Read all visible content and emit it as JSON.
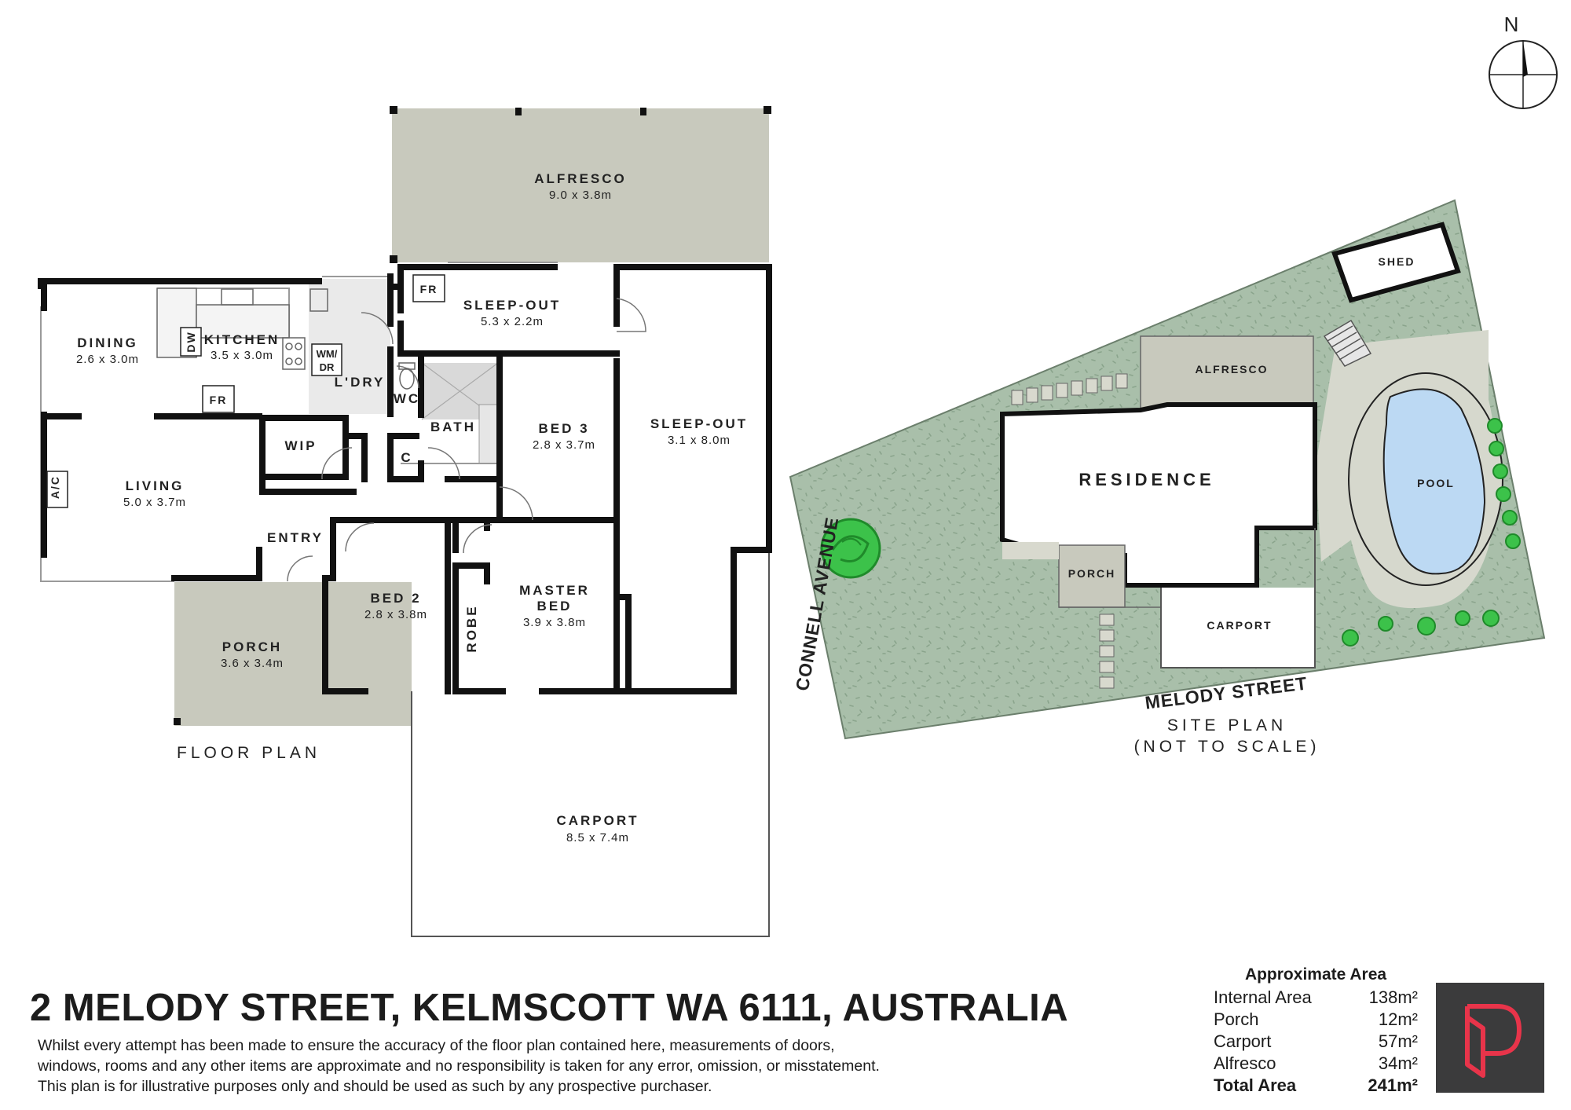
{
  "floor_plan": {
    "heading": "FLOOR PLAN",
    "rooms": {
      "alfresco": {
        "name": "ALFRESCO",
        "dim": "9.0 x 3.8m"
      },
      "dining": {
        "name": "DINING",
        "dim": "2.6 x 3.0m"
      },
      "kitchen": {
        "name": "KITCHEN",
        "dim": "3.5 x 3.0m"
      },
      "sleepout1": {
        "name": "SLEEP-OUT",
        "dim": "5.3 x 2.2m"
      },
      "sleepout2": {
        "name": "SLEEP-OUT",
        "dim": "3.1 x 8.0m"
      },
      "laundry": {
        "name": "L'DRY"
      },
      "wc": {
        "name": "WC"
      },
      "bath": {
        "name": "BATH"
      },
      "bed3": {
        "name": "BED 3",
        "dim": "2.8 x 3.7m"
      },
      "living": {
        "name": "LIVING",
        "dim": "5.0 x 3.7m"
      },
      "wip": {
        "name": "WIP"
      },
      "cupboard": {
        "name": "C"
      },
      "entry": {
        "name": "ENTRY"
      },
      "bed2": {
        "name": "BED 2",
        "dim": "2.8 x 3.8m"
      },
      "robe": {
        "name": "ROBE"
      },
      "master": {
        "name_line1": "MASTER",
        "name_line2": "BED",
        "dim": "3.9 x 3.8m"
      },
      "porch": {
        "name": "PORCH",
        "dim": "3.6 x 3.4m"
      },
      "carport": {
        "name": "CARPORT",
        "dim": "8.5 x 7.4m"
      }
    },
    "fixtures": {
      "fridge_1": "FR",
      "fridge_2": "FR",
      "dishwasher": "DW",
      "washer_dryer_1": "WM/",
      "washer_dryer_2": "DR",
      "air_con": "A/C"
    }
  },
  "site_plan": {
    "heading_1": "SITE PLAN",
    "heading_2": "(NOT TO SCALE)",
    "labels": {
      "shed": "SHED",
      "alfresco": "ALFRESCO",
      "residence": "RESIDENCE",
      "pool": "POOL",
      "porch": "PORCH",
      "carport": "CARPORT"
    },
    "streets": {
      "side": "CONNELL AVENUE",
      "front": "MELODY STREET"
    },
    "north": "N"
  },
  "address": "2 MELODY STREET, KELMSCOTT WA 6111, AUSTRALIA",
  "disclaimer": [
    "Whilst every attempt has been made to ensure the accuracy of the floor plan contained here, measurements of doors,",
    "windows, rooms and any other items are approximate and no responsibility is taken for any error, omission, or misstatement.",
    "This plan is for illustrative purposes only and should be used as such by any prospective purchaser."
  ],
  "area_table": {
    "title": "Approximate Area",
    "rows": [
      {
        "label": "Internal Area",
        "value": "138m²"
      },
      {
        "label": "Porch",
        "value": "12m²"
      },
      {
        "label": "Carport",
        "value": "57m²"
      },
      {
        "label": "Alfresco",
        "value": "34m²"
      }
    ],
    "total": {
      "label": "Total Area",
      "value": "241m²"
    }
  },
  "colors": {
    "outdoor_fill": "#c8c9bd",
    "lawn": "#a9bfaa",
    "walls": "#111111",
    "pool": "#bcd9f3",
    "tree": "#3cc24a",
    "logo_bg": "#3b3b3c",
    "logo_accent": "#e8344a"
  }
}
